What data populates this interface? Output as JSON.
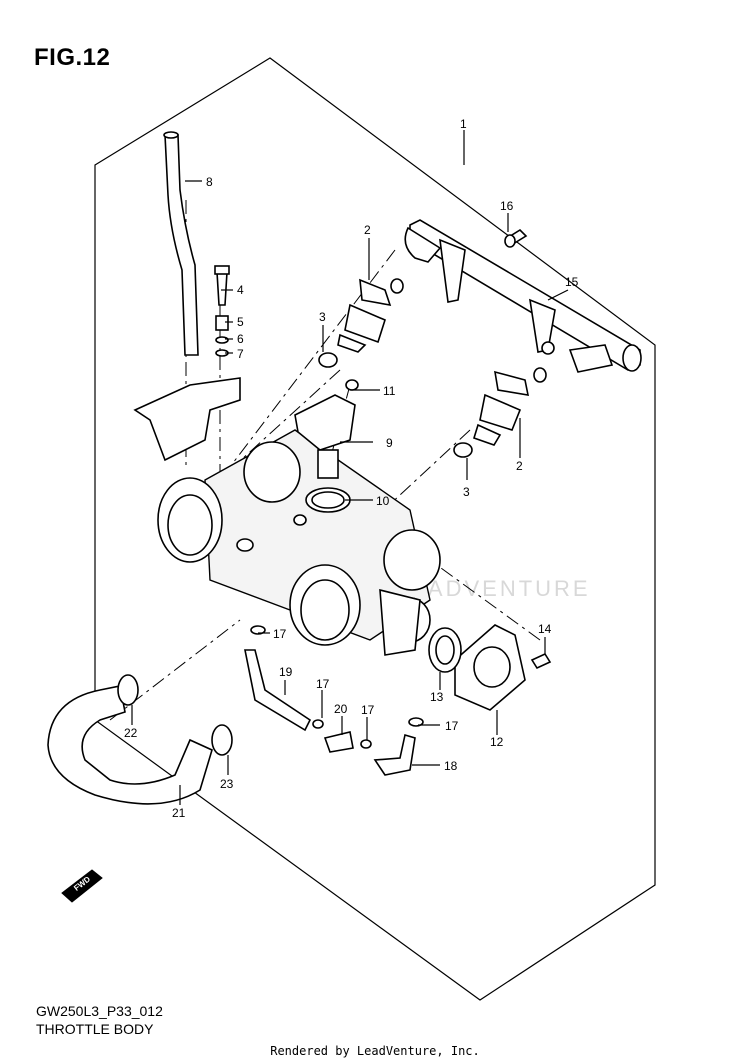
{
  "figure": {
    "label": "FIG.12"
  },
  "footer": {
    "code": "GW250L3_P33_012",
    "name": "THROTTLE BODY",
    "credit": "Rendered by LeadVenture, Inc."
  },
  "watermark": {
    "text": "LEADVENTURE"
  },
  "direction_badge": {
    "text": "FWD"
  },
  "callouts": {
    "c1": "1",
    "c2a": "2",
    "c2b": "2",
    "c3a": "3",
    "c3b": "3",
    "c4": "4",
    "c5": "5",
    "c6": "6",
    "c7": "7",
    "c8": "8",
    "c9": "9",
    "c10": "10",
    "c11": "11",
    "c12": "12",
    "c13": "13",
    "c14": "14",
    "c15": "15",
    "c16": "16",
    "c17a": "17",
    "c17b": "17",
    "c17c": "17",
    "c17d": "17",
    "c18": "18",
    "c19": "19",
    "c20": "20",
    "c21": "21",
    "c22": "22",
    "c23": "23"
  }
}
